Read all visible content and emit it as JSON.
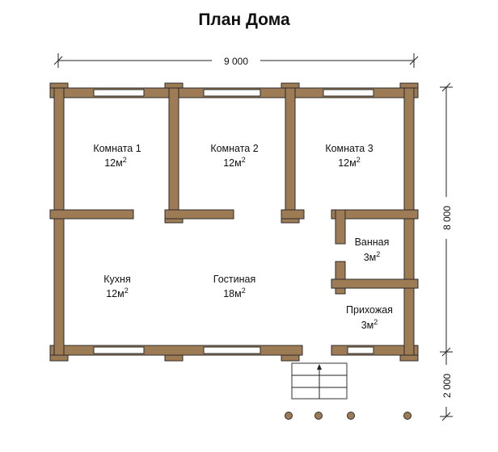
{
  "title": "План Дома",
  "dimensions": {
    "width": "9 000",
    "depth": "8 000",
    "porch": "2 000"
  },
  "rooms": [
    {
      "id": "room1",
      "name": "Комната 1",
      "area": "12м",
      "sup": "2"
    },
    {
      "id": "room2",
      "name": "Комната 2",
      "area": "12м",
      "sup": "2"
    },
    {
      "id": "room3",
      "name": "Комната 3",
      "area": "12м",
      "sup": "2"
    },
    {
      "id": "kitchen",
      "name": "Кухня",
      "area": "12м",
      "sup": "2"
    },
    {
      "id": "living",
      "name": "Гостиная",
      "area": "18м",
      "sup": "2"
    },
    {
      "id": "bath",
      "name": "Ванная",
      "area": "3м",
      "sup": "2"
    },
    {
      "id": "hall",
      "name": "Прихожая",
      "area": "3м",
      "sup": "2"
    }
  ],
  "colors": {
    "wall": "#9c7b55",
    "outline": "#2b2b2b",
    "background": "#ffffff"
  }
}
